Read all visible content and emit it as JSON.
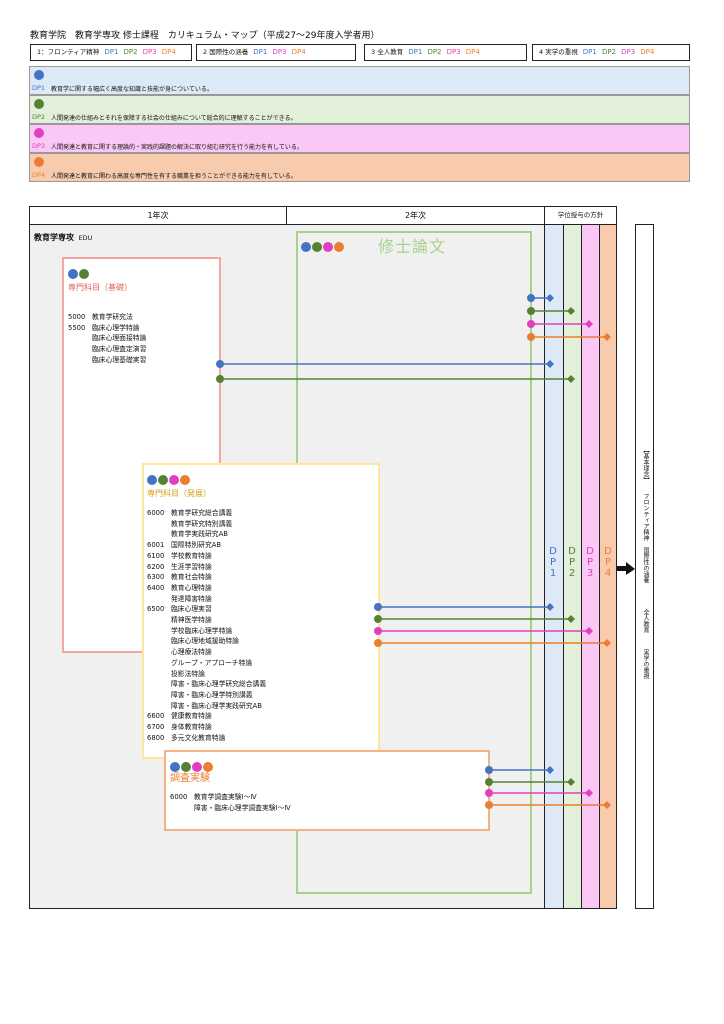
{
  "title": "教育学院　教育学専攻 修士課程　カリキュラム・マップ（平成27～29年度入学者用）",
  "policy_boxes": [
    {
      "label": "1：フロンティア精神",
      "dps": [
        "DP1",
        "DP2",
        "DP3",
        "DP4"
      ]
    },
    {
      "label": "2  国際性の涵養",
      "dps": [
        "DP1",
        "DP3",
        "DP4"
      ]
    },
    {
      "label": "3  全人教育",
      "dps": [
        "DP1",
        "DP2",
        "DP3",
        "DP4"
      ]
    },
    {
      "label": "4  実学の重視",
      "dps": [
        "DP1",
        "DP2",
        "DP3",
        "DP4"
      ]
    }
  ],
  "dp_definitions": [
    {
      "label": "DP1",
      "text": "教育学に関する幅広く高度な知識と技能が身についている。",
      "color": "#4472c4",
      "bg": "#dde9f6"
    },
    {
      "label": "DP2",
      "text": "人間発達の仕組みとそれを保障する社会の仕組みについて総合的に理解することができる。",
      "color": "#548235",
      "bg": "#e2efd9"
    },
    {
      "label": "DP3",
      "text": "人間発達と教育に関する理論的・実践的課題の解決に取り組む研究を行う能力を有している。",
      "color": "#e040c0",
      "bg": "#fbc7f4"
    },
    {
      "label": "DP4",
      "text": "人間発達と教育に関わる高度な専門性を有する職業を担うことができる能力を有している。",
      "color": "#ed7d31",
      "bg": "#f8cbad"
    }
  ],
  "grid": {
    "year1": "1年次",
    "year2": "2年次",
    "policy_header": "学位授与の方針",
    "major": "教育学専攻",
    "major_code": "EDU"
  },
  "thesis": {
    "title": "修士論文",
    "dots": [
      "#4472c4",
      "#548235",
      "#e040c0",
      "#ed7d31"
    ]
  },
  "basic": {
    "title": "専門科目（基礎）",
    "dots": [
      "#4472c4",
      "#548235"
    ],
    "courses": [
      {
        "code": "5000",
        "name": "教育学研究法"
      },
      {
        "code": "5500",
        "name": "臨床心理学特論"
      },
      {
        "code": "",
        "name": "臨床心理面接特論"
      },
      {
        "code": "",
        "name": "臨床心理査定演習"
      },
      {
        "code": "",
        "name": "臨床心理基礎実習"
      }
    ]
  },
  "advanced": {
    "title": "専門科目（発展）",
    "dots": [
      "#4472c4",
      "#548235",
      "#e040c0",
      "#ed7d31"
    ],
    "courses": [
      {
        "code": "6000",
        "name": "教育学研究総合講義"
      },
      {
        "code": "",
        "name": "教育学研究特別講義"
      },
      {
        "code": "",
        "name": "教育学実践研究AB"
      },
      {
        "code": "6001",
        "name": "国際特別研究AB"
      },
      {
        "code": "6100",
        "name": "学校教育特論"
      },
      {
        "code": "6200",
        "name": "生涯学習特論"
      },
      {
        "code": "6300",
        "name": "教育社会特論"
      },
      {
        "code": "6400",
        "name": "教育心理特論"
      },
      {
        "code": "",
        "name": "発達障害特論"
      },
      {
        "code": "6500",
        "name": "臨床心理実習"
      },
      {
        "code": "",
        "name": "精神医学特論"
      },
      {
        "code": "",
        "name": "学校臨床心理学特論"
      },
      {
        "code": "",
        "name": "臨床心理地域援助特論"
      },
      {
        "code": "",
        "name": "心理療法特論"
      },
      {
        "code": "",
        "name": "グループ・アプローチ特論"
      },
      {
        "code": "",
        "name": "投影法特論"
      },
      {
        "code": "",
        "name": "障害・臨床心理学研究総合講義"
      },
      {
        "code": "",
        "name": "障害・臨床心理学特別講義"
      },
      {
        "code": "",
        "name": "障害・臨床心理学実践研究AB"
      },
      {
        "code": "6600",
        "name": "健康教育特論"
      },
      {
        "code": "6700",
        "name": "身体教育特論"
      },
      {
        "code": "6800",
        "name": "多元文化教育特論"
      }
    ]
  },
  "survey": {
    "title": "調査実験",
    "dots": [
      "#4472c4",
      "#548235",
      "#e040c0",
      "#ed7d31"
    ],
    "courses": [
      {
        "code": "6000",
        "name": "教育学調査実験Ⅰ～Ⅳ"
      },
      {
        "code": "",
        "name": "障害・臨床心理学調査実験Ⅰ～Ⅳ"
      }
    ]
  },
  "dp_columns": [
    {
      "chars": [
        "D",
        "P",
        "1"
      ],
      "color": "#4472c4",
      "bg": "#dde9f6"
    },
    {
      "chars": [
        "D",
        "P",
        "2"
      ],
      "color": "#548235",
      "bg": "#e2efd9"
    },
    {
      "chars": [
        "D",
        "P",
        "3"
      ],
      "color": "#e040c0",
      "bg": "#fbc7f4"
    },
    {
      "chars": [
        "D",
        "P",
        "4"
      ],
      "color": "#ed7d31",
      "bg": "#f8cbad"
    }
  ],
  "principles": {
    "heading": "【基本理念】",
    "items": [
      "フロンティア精神",
      "国際性の涵養",
      "全人教育",
      "実学の重視"
    ]
  }
}
